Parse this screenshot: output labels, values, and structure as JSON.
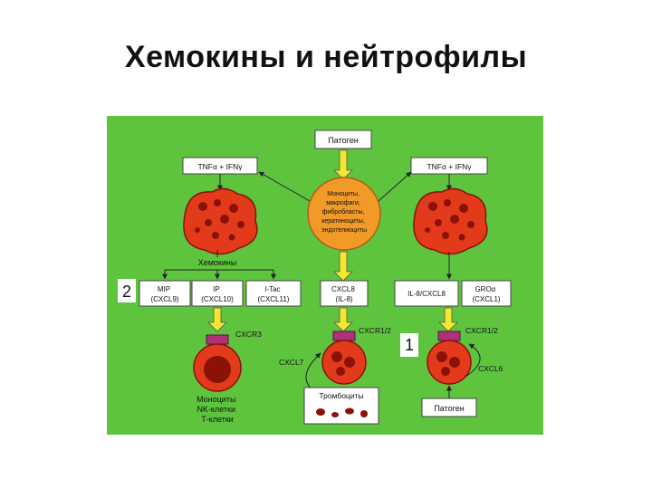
{
  "slide": {
    "title": "Хемокины и нейтрофилы"
  },
  "diagram": {
    "pathogen_top": "Патоген",
    "cells_center": [
      "Моноциты,",
      "макрофаги,",
      "фибробласты,",
      "кератиноциты,",
      "эндотелиоциты"
    ],
    "tnf_left": "TNFα + IFNγ",
    "tnf_right": "TNFα + IFNγ",
    "chemokines_label": "Хемокины",
    "marker_left": "2",
    "marker_right": "1",
    "left_boxes": [
      {
        "line1": "MIP",
        "line2": "(CXCL9)"
      },
      {
        "line1": "IP",
        "line2": "(CXCL10)"
      },
      {
        "line1": "I-Tac",
        "line2": "(CXCL11)"
      }
    ],
    "center_box": {
      "line1": "CXCL8",
      "line2": "(IL-8)"
    },
    "right_boxes": [
      {
        "line1": "IL-8/CXCL8",
        "line2": ""
      },
      {
        "line1": "GROα",
        "line2": "(CXCL1)"
      }
    ],
    "receptor_left": "CXCR3",
    "receptor_center": "CXCR1/2",
    "receptor_right": "CXCR1/2",
    "cxcl7": "CXCL7",
    "cxcl6": "CXCL6",
    "platelets": "Тромбоциты",
    "pathogen_bottom": "Патоген",
    "cell_types_left": [
      "Моноциты",
      "NK-клетки",
      "Т-клетки"
    ],
    "colors": {
      "background": "#5ec43e",
      "box_fill": "#ffffff",
      "arrow_fill": "#f2e830",
      "cell_red": "#e33a1c",
      "cell_dark": "#8a1208",
      "receptor": "#b0307a"
    }
  }
}
